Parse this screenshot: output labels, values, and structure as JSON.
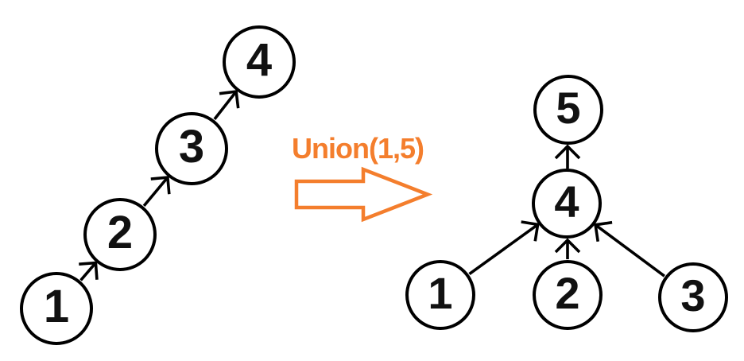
{
  "operation": {
    "label": "Union(1,5)",
    "color": "#F47E2D"
  },
  "left_tree": {
    "nodes": [
      {
        "label": "1"
      },
      {
        "label": "2"
      },
      {
        "label": "3"
      },
      {
        "label": "4"
      }
    ],
    "edges": [
      {
        "from": "1",
        "to": "2"
      },
      {
        "from": "2",
        "to": "3"
      },
      {
        "from": "3",
        "to": "4"
      }
    ]
  },
  "right_tree": {
    "nodes": [
      {
        "label": "5"
      },
      {
        "label": "4"
      },
      {
        "label": "1"
      },
      {
        "label": "2"
      },
      {
        "label": "3"
      }
    ],
    "edges": [
      {
        "from": "4",
        "to": "5"
      },
      {
        "from": "1",
        "to": "4"
      },
      {
        "from": "2",
        "to": "4"
      },
      {
        "from": "3",
        "to": "4"
      }
    ]
  },
  "colors": {
    "node_stroke": "#000000",
    "edge": "#000000",
    "accent_orange": "#F47E2D",
    "background": "#FFFFFF"
  }
}
